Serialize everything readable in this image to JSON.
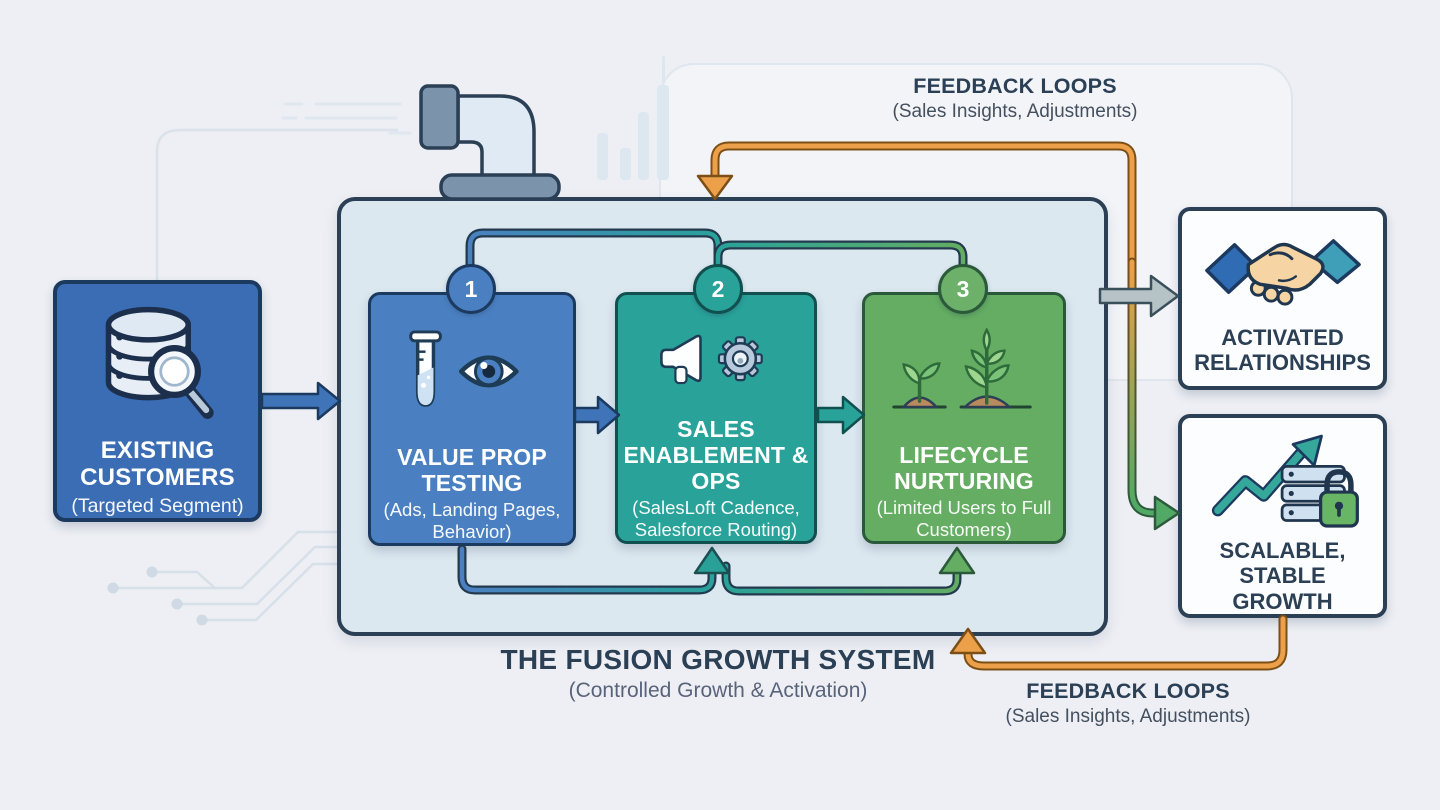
{
  "title": {
    "main": "THE FUSION GROWTH SYSTEM",
    "sub": "(Controlled Growth & Activation)"
  },
  "feedback_top": {
    "label": "FEEDBACK LOOPS",
    "sub": "(Sales Insights, Adjustments)"
  },
  "feedback_bottom": {
    "label": "FEEDBACK LOOPS",
    "sub": "(Sales Insights, Adjustments)"
  },
  "source_box": {
    "label": "EXISTING CUSTOMERS",
    "sub": "(Targeted Segment)",
    "icon": "database-search-icon"
  },
  "steps": [
    {
      "number": "1",
      "label": "VALUE PROP TESTING",
      "sub": "(Ads, Landing Pages, Behavior)",
      "icons": [
        "test-tube-icon",
        "eye-icon"
      ],
      "color": "#4a80c2"
    },
    {
      "number": "2",
      "label": "SALES ENABLEMENT & OPS",
      "sub": "(SalesLoft Cadence, Salesforce Routing)",
      "icons": [
        "megaphone-icon",
        "gear-icon"
      ],
      "color": "#29a29a"
    },
    {
      "number": "3",
      "label": "LIFECYCLE NURTURING",
      "sub": "(Limited Users to Full Customers)",
      "icons": [
        "sprout-small-icon",
        "sprout-large-icon"
      ],
      "color": "#64ad62"
    }
  ],
  "outcomes": [
    {
      "label": "ACTIVATED RELATIONSHIPS",
      "icon": "handshake-icon"
    },
    {
      "label": "SCALABLE, STABLE GROWTH",
      "icon": "growth-servers-lock-icon"
    }
  ],
  "colors": {
    "background": "#edeff4",
    "container_fill": "#dce8f0",
    "outline_dark": "#2b3f55",
    "blue": "#3a6db4",
    "step_blue": "#4a80c2",
    "teal": "#29a29a",
    "green": "#64ad62",
    "orange": "#eda04a",
    "gray_arrow": "#b6c3c6"
  }
}
